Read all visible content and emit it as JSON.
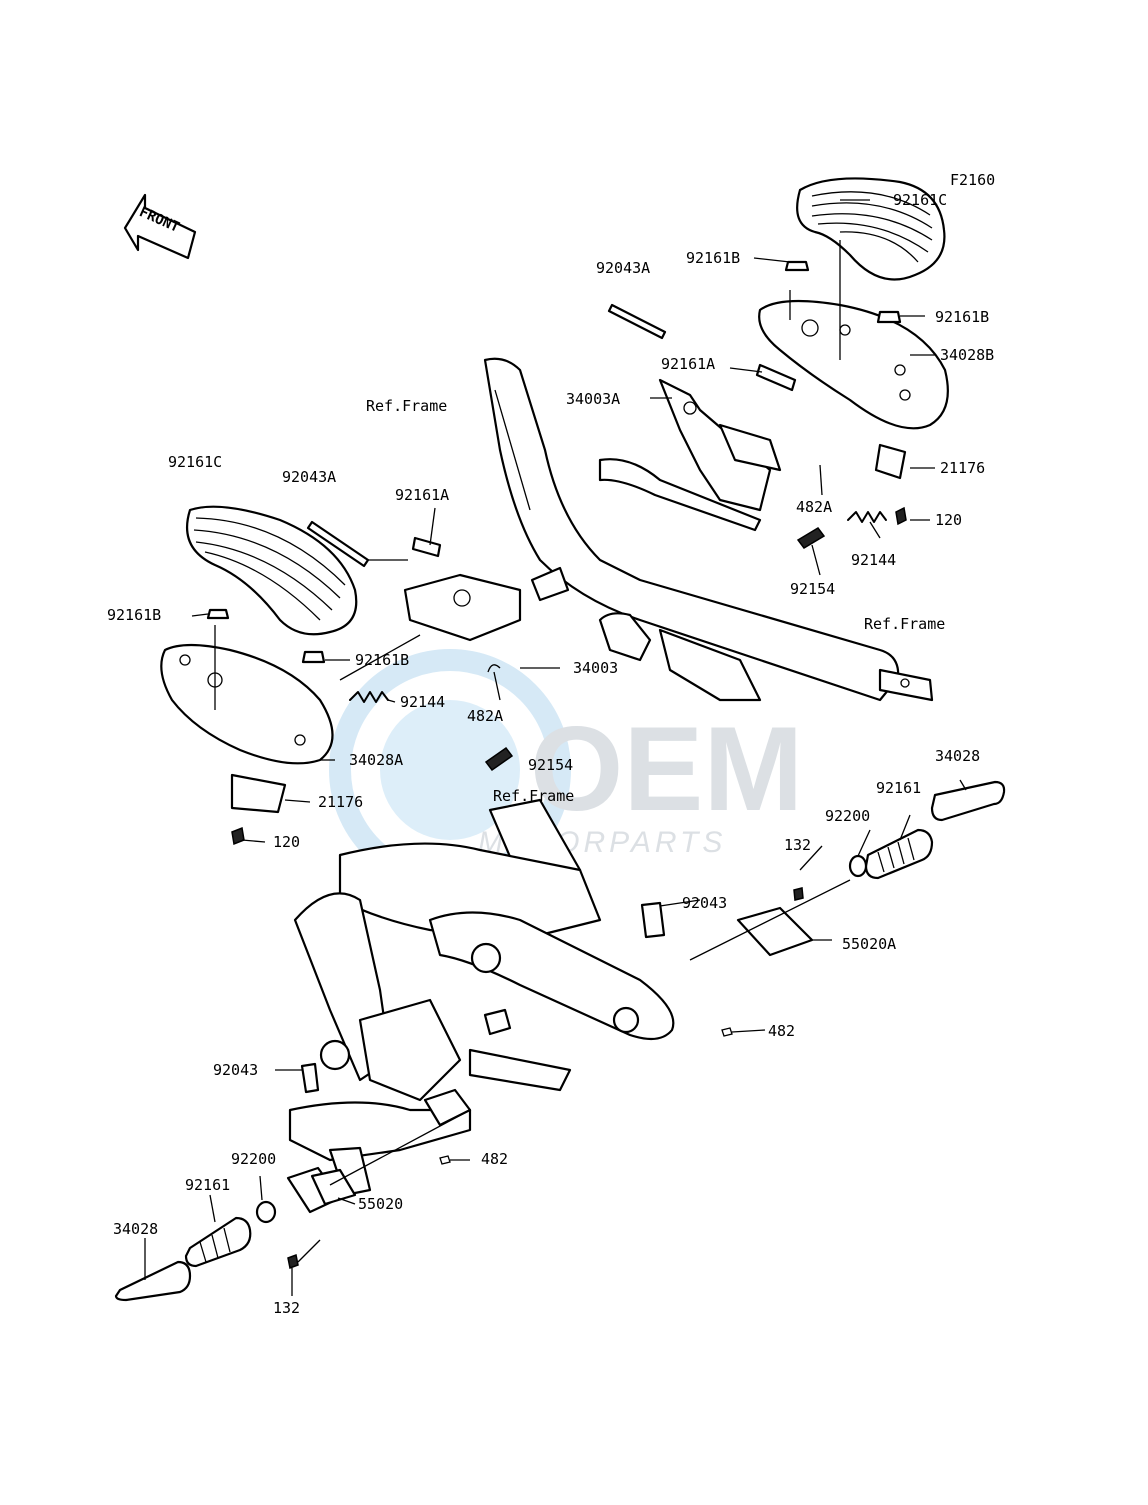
{
  "diagram": {
    "code": "F2160",
    "front_label": "FRONT",
    "watermark": {
      "brand": "OEM",
      "sub": "MOTORPARTS"
    },
    "labels": {
      "c92161C_r": "92161C",
      "c92161B_r1": "92161B",
      "c92043A_r": "92043A",
      "c92161B_r2": "92161B",
      "c34028B": "34028B",
      "c92161A_r": "92161A",
      "c34003A": "34003A",
      "c21176_r": "21176",
      "c482A_r": "482A",
      "c120_r": "120",
      "c92144_r": "92144",
      "c92154_r": "92154",
      "refframe_top": "Ref.Frame",
      "refframe_right": "Ref.Frame",
      "refframe_mid": "Ref.Frame",
      "c92161C_l": "92161C",
      "c92043A_l": "92043A",
      "c92161A_l": "92161A",
      "c92161B_l1": "92161B",
      "c92161B_l2": "92161B",
      "c34003": "34003",
      "c92144_l": "92144",
      "c482A_l": "482A",
      "c92154_l": "92154",
      "c34028A": "34028A",
      "c21176_l": "21176",
      "c120_l": "120",
      "c34028_r": "34028",
      "c92161_r": "92161",
      "c92200_r": "92200",
      "c132_r": "132",
      "c92043_r": "92043",
      "c55020A": "55020A",
      "c482_r": "482",
      "c92043_l": "92043",
      "c482_l": "482",
      "c92200_l": "92200",
      "c92161_l": "92161",
      "c55020": "55020",
      "c34028_l": "34028",
      "c132_l": "132"
    }
  }
}
